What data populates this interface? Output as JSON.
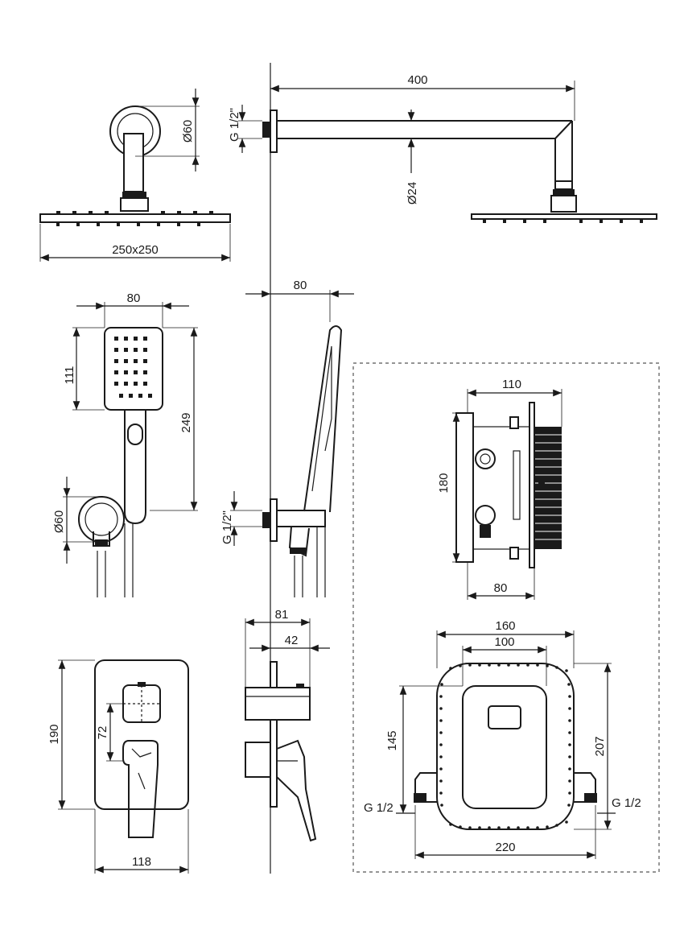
{
  "dimensions": {
    "head_size": "250x250",
    "arm_length": "400",
    "arm_diameter": "Ø24",
    "flange_diameter": "Ø60",
    "head_thread": "G 1/2\"",
    "hand_width": "80",
    "hand_head_height": "111",
    "hand_total_height": "249",
    "holder_diameter": "Ø60",
    "holder_depth": "80",
    "holder_thread": "G 1/2\"",
    "body_width": "110",
    "body_height": "180",
    "body_depth": "80",
    "box_outer_width": "160",
    "box_inner_width": "100",
    "box_height_inner": "145",
    "box_height_outer": "207",
    "inlet_left": "G 1/2",
    "inlet_right": "G 1/2",
    "box_total_width": "220",
    "plate_height": "190",
    "plate_width": "118",
    "mixer_depth_total": "81",
    "mixer_depth_plate": "42",
    "diverter_spacing": "72"
  },
  "colors": {
    "line": "#1a1a1a",
    "dashed_frame": "#555555",
    "background": "#ffffff"
  }
}
